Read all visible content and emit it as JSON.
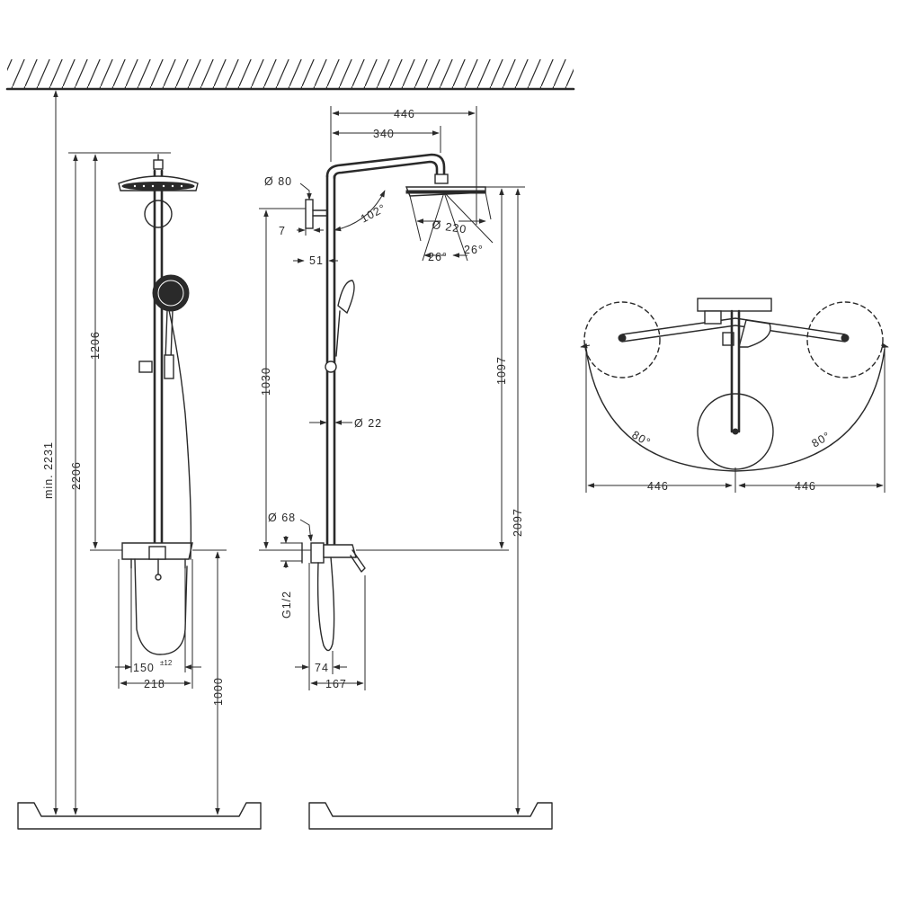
{
  "front_view": {
    "height_min_total": "min. 2231",
    "height_total": "2206",
    "height_upper": "1206",
    "height_mixer": "1000",
    "connection_spacing": "150",
    "connection_tolerance": "±12",
    "mixer_width": "218"
  },
  "side_view": {
    "arm_length": "446",
    "arm_offset": "340",
    "wall_bracket_diameter": "Ø 80",
    "bracket_offset": "7",
    "pipe_offset": "51",
    "arm_angle": "102°",
    "head_diameter": "Ø 220",
    "tilt_left": "26°",
    "tilt_right": "26°",
    "height_bracket": "1030",
    "height_head": "1097",
    "height_overall": "2097",
    "pipe_diameter": "Ø 22",
    "flange_diameter": "Ø 68",
    "thread": "G1/2",
    "mixer_depth_short": "74",
    "mixer_depth": "167"
  },
  "top_view": {
    "swivel_left": "80°",
    "swivel_right": "80°",
    "reach_left": "446",
    "reach_right": "446"
  }
}
